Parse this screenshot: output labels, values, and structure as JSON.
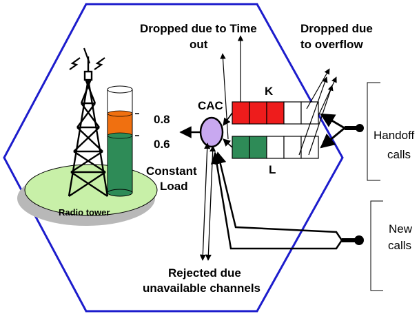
{
  "labels": {
    "dropped_timeout_line1": "Dropped due to Time",
    "dropped_timeout_line2": "out",
    "dropped_overflow_line1": "Dropped due",
    "dropped_overflow_line2": "to overflow",
    "queue_k": "K",
    "queue_l": "L",
    "cac": "CAC",
    "threshold_high": "0.8",
    "threshold_low": "0.6",
    "constant_load_line1": "Constant",
    "constant_load_line2": "Load",
    "radio_tower": "Radio tower",
    "handoff_line1": "Handoff",
    "handoff_line2": "calls",
    "new_line1": "New",
    "new_line2": "calls",
    "rejected_line1": "Rejected due",
    "rejected_line2": "unavailable channels"
  },
  "queues": {
    "handoff_queue": {
      "filled_slots": 3,
      "total_slots": 5,
      "fill_color": "#ee1c1c"
    },
    "new_call_queue": {
      "filled_slots": 2,
      "total_slots": 5,
      "fill_color": "#2e8b57"
    }
  },
  "load_bar": {
    "orange_level": 0.8,
    "green_level": 0.6
  },
  "colors": {
    "hexagon": "#1c1ccc",
    "cac": "#c8a8f0",
    "ground": "#c8f0a8",
    "ground_shadow": "#b8b8b8",
    "orange": "#f07010",
    "green": "#2e8b57",
    "red": "#ee1c1c"
  }
}
